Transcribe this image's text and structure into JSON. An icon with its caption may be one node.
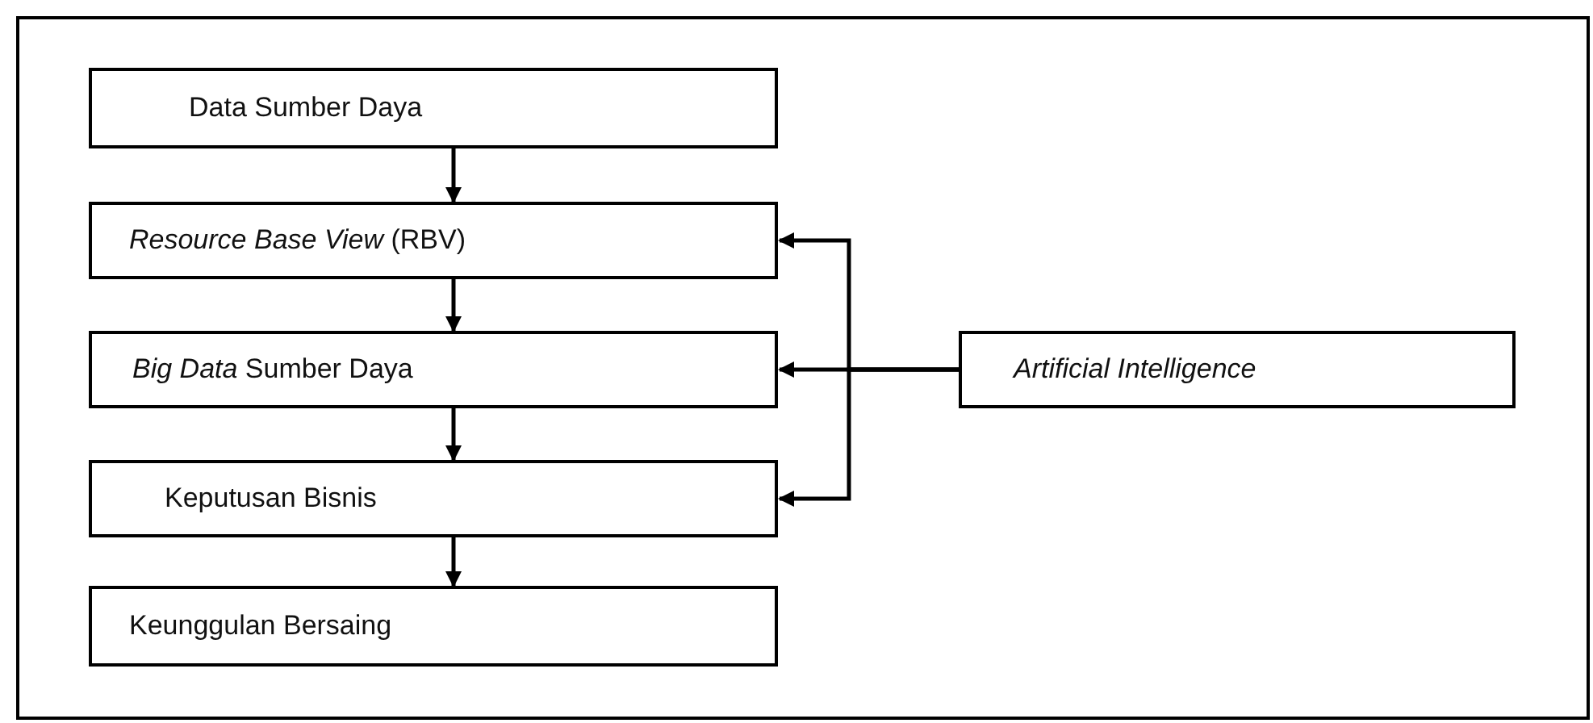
{
  "diagram": {
    "nodes": [
      {
        "text": [],
        "shape": "box"
      },
      {
        "text": [
          "Data Sumber Daya"
        ],
        "in": 0
      },
      {
        "text": [
          "*Resource Base View* (RBV)"
        ],
        "in": 0
      },
      {
        "text": [
          "*Big Data* Sumber Daya"
        ],
        "in": 0
      },
      {
        "text": [
          "Keputusan Bisnis"
        ],
        "in": 0
      },
      {
        "text": [
          "Keunggulan Bersaing"
        ],
        "in": 0
      },
      {
        "text": [
          "*Artificial Intelligence*"
        ],
        "in": 0
      }
    ],
    "edges": [
      {
        "from": 1,
        "to": 2,
        "arrow": "to"
      },
      {
        "from": 2,
        "to": 3,
        "arrow": "to"
      },
      {
        "from": 3,
        "to": 4,
        "arrow": "to"
      },
      {
        "from": 4,
        "to": 5,
        "arrow": "to"
      },
      {
        "from": 6,
        "to": 2,
        "arrow": "to"
      },
      {
        "from": 6,
        "to": 3,
        "arrow": "to"
      },
      {
        "from": 6,
        "to": 4,
        "arrow": "to"
      }
    ]
  }
}
